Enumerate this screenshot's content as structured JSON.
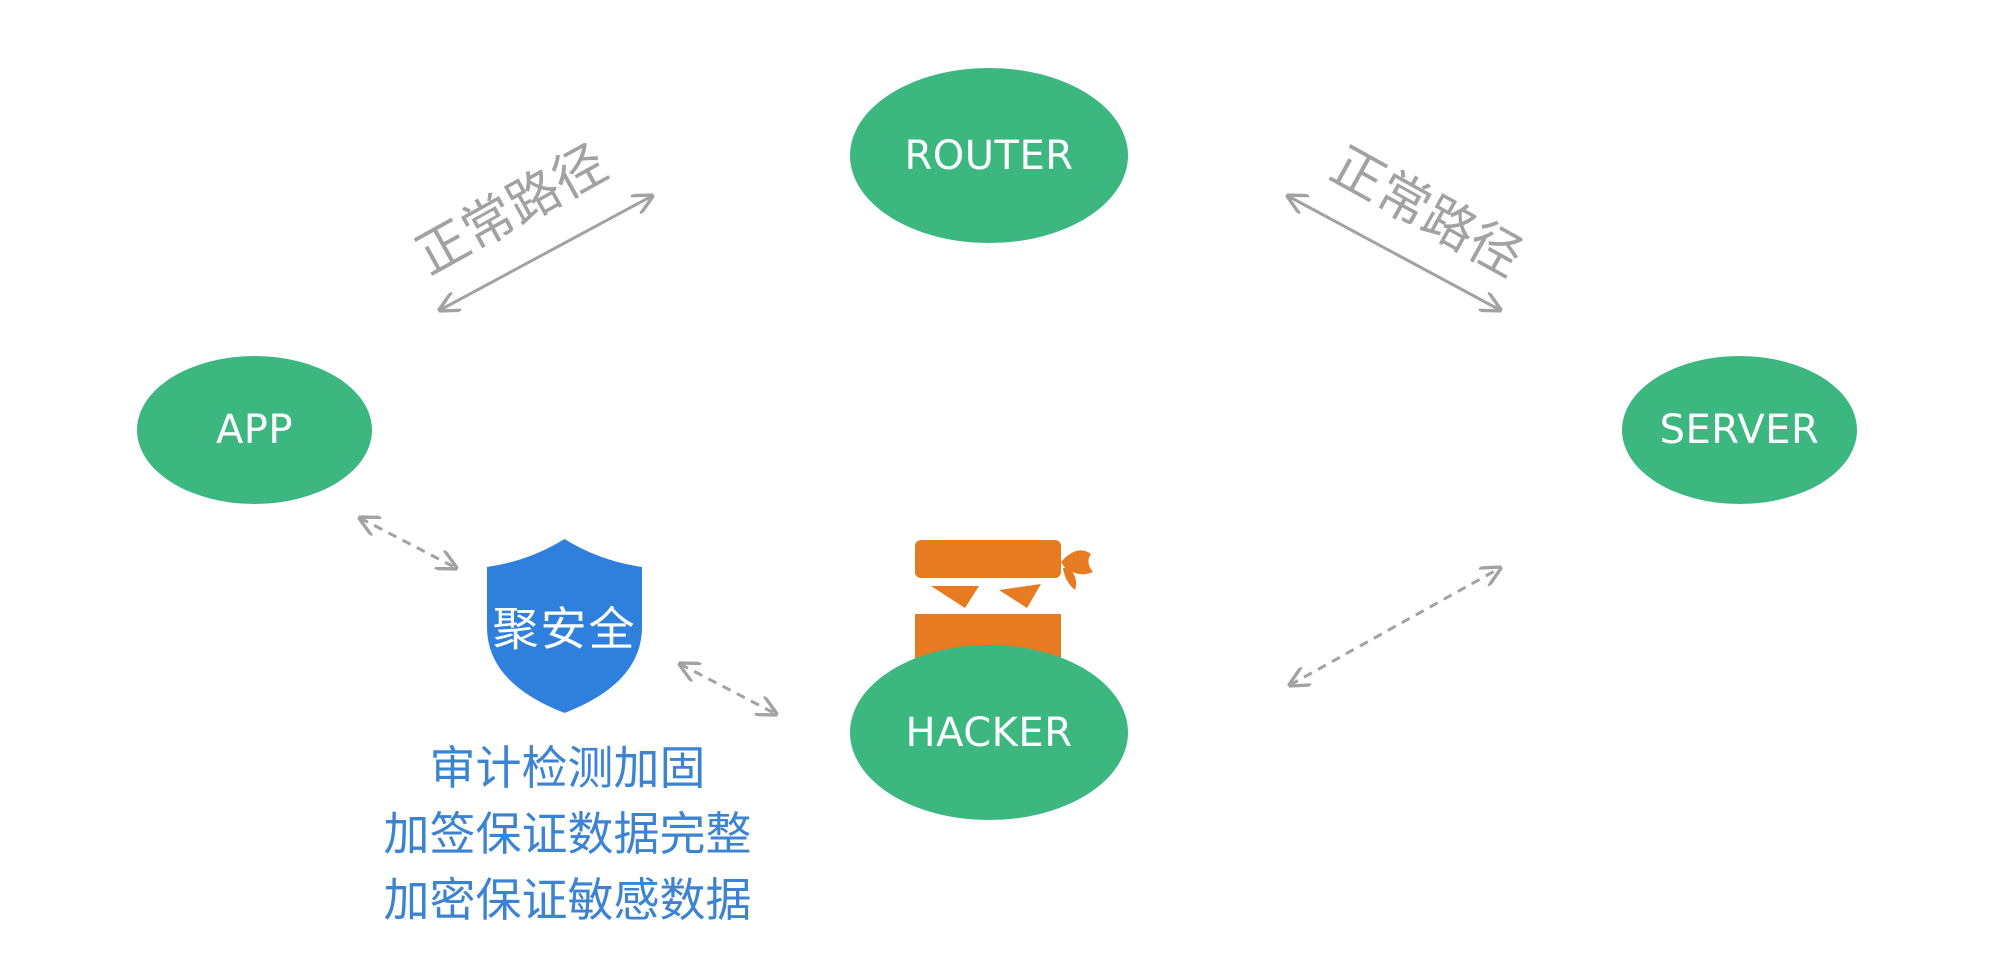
{
  "nodes": {
    "router": "ROUTER",
    "app": "APP",
    "server": "SERVER",
    "hacker": "HACKER"
  },
  "path_labels": {
    "left": "正常路径",
    "right": "正常路径"
  },
  "shield": {
    "label": "聚安全",
    "color": "#2f80dc"
  },
  "features": [
    "审计检测加固",
    "加签保证数据完整",
    "加密保证敏感数据"
  ],
  "colors": {
    "node": "#3bb77f",
    "normal_arrow": "#a2a2a2",
    "hacker_icon": "#e77b22",
    "feature_text": "#3c83d2"
  },
  "icons": {
    "hacker": "ninja-hacker-icon",
    "shield": "shield-icon"
  }
}
